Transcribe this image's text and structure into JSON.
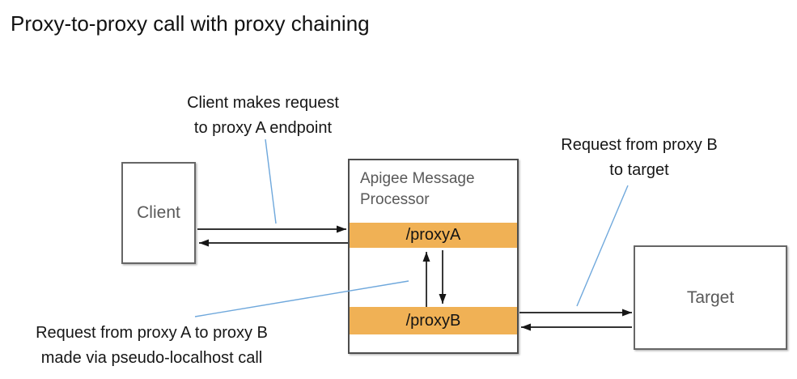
{
  "title": "Proxy-to-proxy call with proxy chaining",
  "colors": {
    "accent_orange": "#F0B155",
    "connector_blue": "#6FA8DC",
    "box_border": "#666666",
    "label_gray": "#595959"
  },
  "annotations": {
    "client_request": {
      "line1": "Client makes request",
      "line2": "to proxy A endpoint"
    },
    "proxyb_to_target": {
      "line1": "Request from proxy B",
      "line2": "to target"
    },
    "proxya_to_proxyb": {
      "line1": "Request from proxy A to proxy B",
      "line2": "made via pseudo-localhost call"
    }
  },
  "nodes": {
    "client": {
      "label": "Client"
    },
    "apigee": {
      "title": "Apigee Message Processor",
      "proxy_a_label": "/proxyA",
      "proxy_b_label": "/proxyB"
    },
    "target": {
      "label": "Target"
    }
  }
}
